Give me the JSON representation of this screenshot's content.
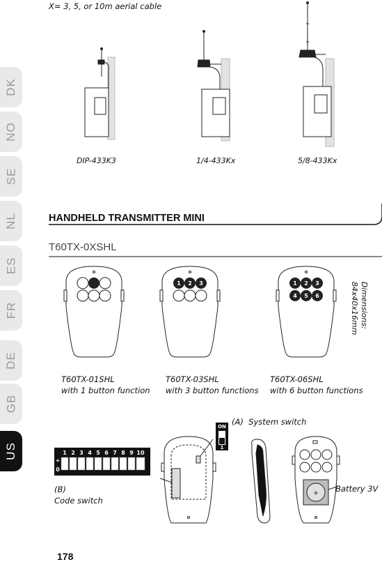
{
  "header": {
    "cable_note": "X= 3, 5, or 10m aerial cable"
  },
  "language_tabs": [
    "DK",
    "NO",
    "SE",
    "NL",
    "ES",
    "FR",
    "DE",
    "GB",
    "US"
  ],
  "active_language": "US",
  "antennas": [
    {
      "label": "DIP-433K3"
    },
    {
      "label": "1/4-433Kx"
    },
    {
      "label": "5/8-433Kx"
    }
  ],
  "section": {
    "title": "HANDHELD TRANSMITTER MINI",
    "subtitle": "T60TX-0XSHL"
  },
  "dimensions": {
    "line1": "Dimensions:",
    "line2": "84x40x16mm"
  },
  "transmitters": [
    {
      "model": "T60TX-01SHL",
      "description": "with 1 button function"
    },
    {
      "model": "T60TX-03SHL",
      "description": "with 3 button functions"
    },
    {
      "model": "T60TX-06SHL",
      "description": "with 6 button functions"
    }
  ],
  "button_numbers": [
    "1",
    "2",
    "3",
    "4",
    "5",
    "6"
  ],
  "code_switch": {
    "numbers": [
      "1",
      "2",
      "3",
      "4",
      "5",
      "6",
      "7",
      "8",
      "9",
      "10"
    ],
    "plus": "+",
    "zero": "0",
    "label_b": "(B)",
    "label": "Code switch"
  },
  "system_switch": {
    "on": "ON",
    "one": "1",
    "label": "(A)  System switch"
  },
  "battery": {
    "plus": "+",
    "label": "Battery 3V"
  },
  "footer": {
    "page_number": "178"
  }
}
